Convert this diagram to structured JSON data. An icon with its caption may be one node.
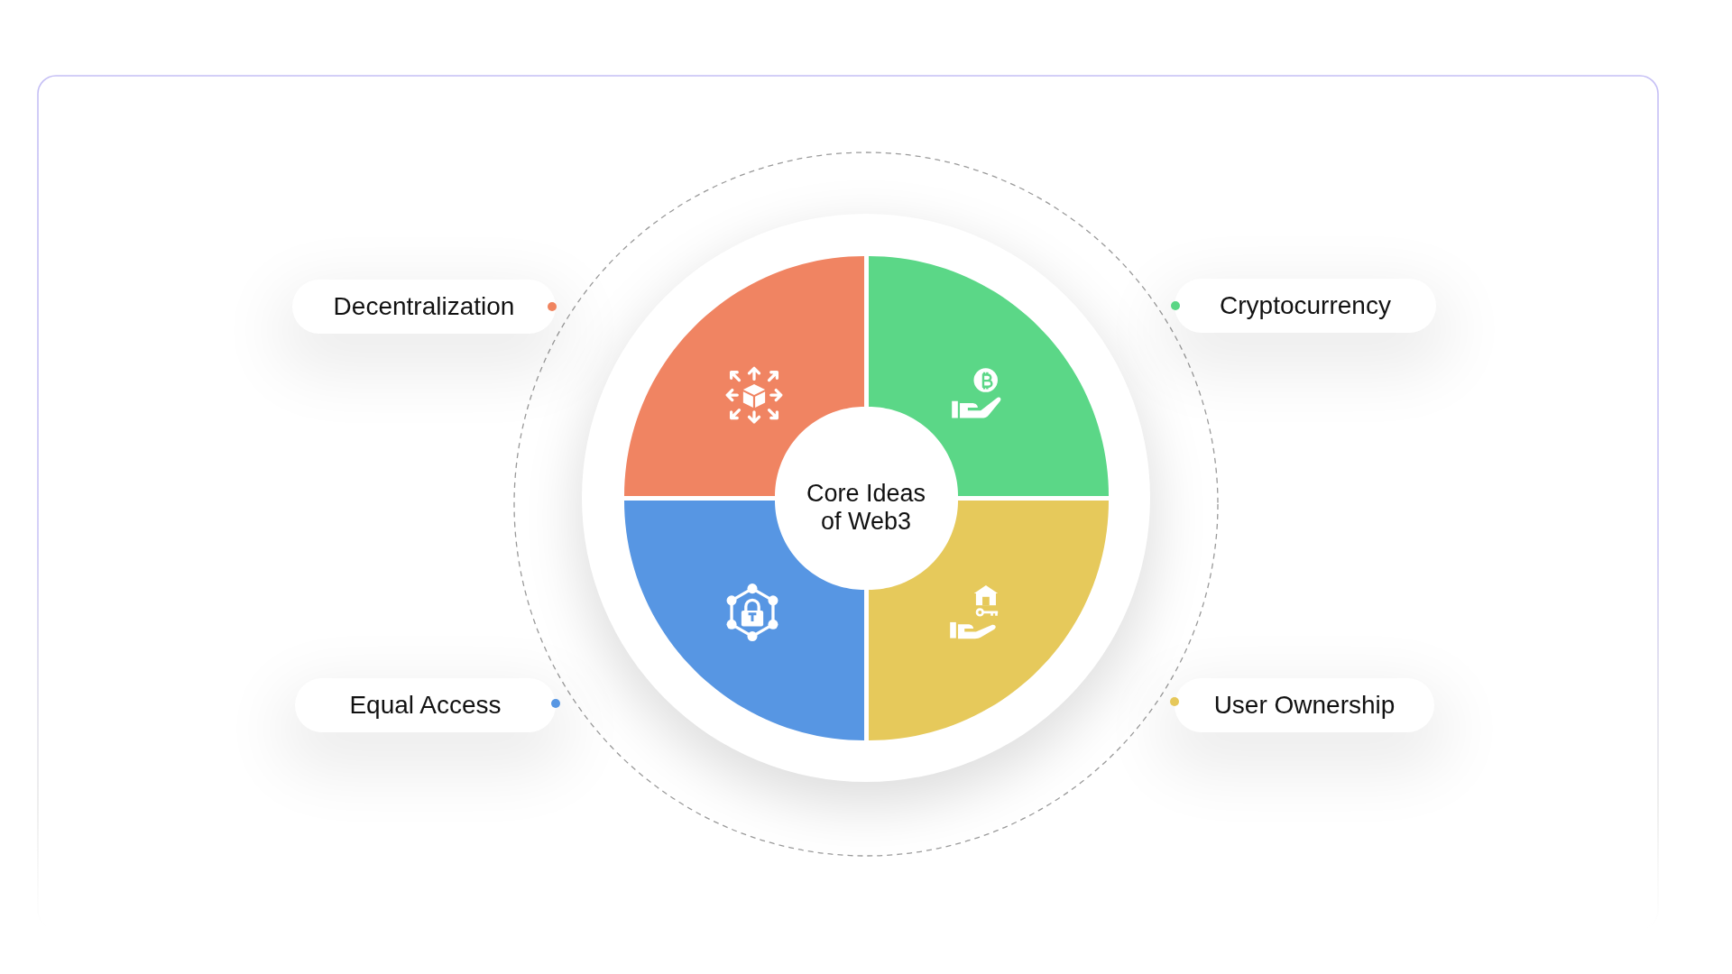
{
  "diagram": {
    "nodes": [
      {
        "text": [
          "Decentralization"
        ]
      },
      {
        "text": [
          "Cryptocurrency"
        ]
      },
      {
        "text": [],
        "shape": "sector"
      },
      {
        "text": [],
        "shape": "sector"
      },
      {
        "text": [
          "Core Ideas of Web3"
        ]
      },
      {
        "text": [],
        "shape": "sector"
      },
      {
        "text": [],
        "shape": "sector"
      },
      {
        "text": [
          "Equal Access"
        ]
      },
      {
        "text": [
          "User Ownership"
        ]
      }
    ]
  }
}
